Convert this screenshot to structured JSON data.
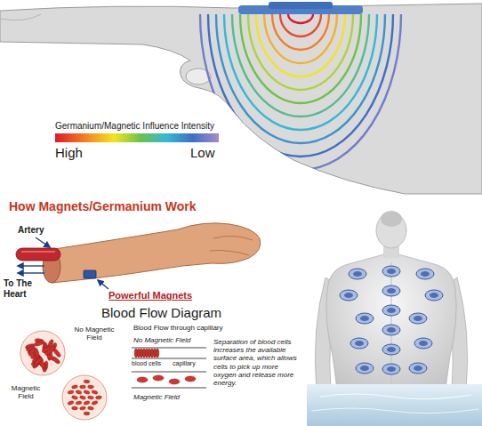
{
  "diagram": {
    "title": "How Magnets/Germanium Work",
    "labels": [
      "Germanium/Magnetic Influence Intensity",
      "High",
      "Low",
      "Artery",
      "To The Heart",
      "Powerful Magnets",
      "Blood Flow Diagram",
      "No Magnetic Field",
      "Magnetic Field",
      "Blood Flow through capillary",
      "No Magnetic Field",
      "blood cells",
      "capillary",
      "Magnetic Field",
      "Separation of blood cells increases the available surface area, which allows cells to pick up more oxygen and release more energy."
    ]
  }
}
